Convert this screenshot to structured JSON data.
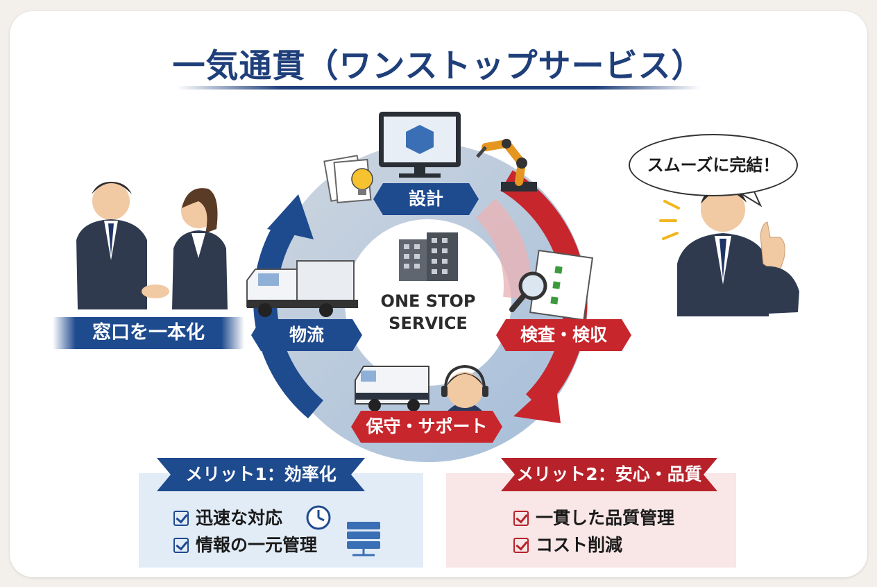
{
  "title": "一気通貫（ワンストップサービス）",
  "center": {
    "line1": "ONE STOP",
    "line2": "SERVICE"
  },
  "cycle": {
    "design": "設計",
    "inspection": "検査・検収",
    "maintenance": "保守・サポート",
    "logistics": "物流"
  },
  "left_ribbon": "窓口を一本化",
  "speech_bubble": "スムーズに完結！",
  "merits": [
    {
      "title": "メリット1：効率化",
      "items": [
        "迅速な対応",
        "情報の一元管理"
      ]
    },
    {
      "title": "メリット2：安心・品質",
      "items": [
        "一貫した品質管理",
        "コスト削減"
      ]
    }
  ],
  "icons": [
    "monitor-icon",
    "robot-arm-icon",
    "documents-icon",
    "lightbulb-icon",
    "building-icon",
    "checklist-icon",
    "magnifier-icon",
    "truck-icon",
    "van-icon",
    "operator-icon",
    "clock-icon",
    "server-icon",
    "award-icon",
    "yen-icon"
  ],
  "colors": {
    "navy": "#1e4a8e",
    "red": "#c7262c",
    "title": "#1f3f7a"
  }
}
